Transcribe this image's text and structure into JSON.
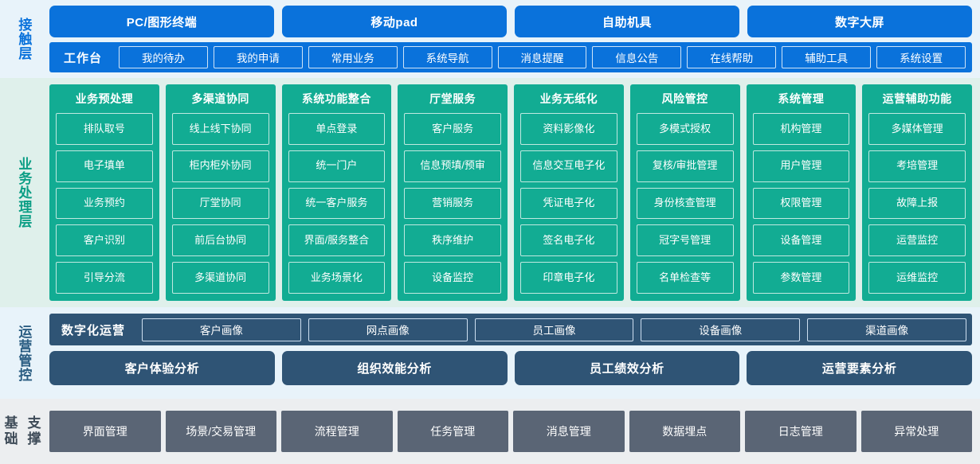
{
  "colors": {
    "contact_bg": "#e8f3fa",
    "contact_accent": "#0a72db",
    "business_bg": "#dff0eb",
    "business_accent": "#12ac93",
    "ops_bg": "#e8f3fa",
    "ops_accent": "#2f5475",
    "base_bg": "#eceef0",
    "base_accent": "#5a6575"
  },
  "layers": {
    "contact": {
      "label": "接触层",
      "terminals": [
        "PC/图形终端",
        "移动pad",
        "自助机具",
        "数字大屏"
      ],
      "workbench_title": "工作台",
      "workbench_items": [
        "我的待办",
        "我的申请",
        "常用业务",
        "系统导航",
        "消息提醒",
        "信息公告",
        "在线帮助",
        "辅助工具",
        "系统设置"
      ]
    },
    "business": {
      "label": "业务处理层",
      "columns": [
        {
          "title": "业务预处理",
          "items": [
            "排队取号",
            "电子填单",
            "业务预约",
            "客户识别",
            "引导分流"
          ]
        },
        {
          "title": "多渠道协同",
          "items": [
            "线上线下协同",
            "柜内柜外协同",
            "厅堂协同",
            "前后台协同",
            "多渠道协同"
          ]
        },
        {
          "title": "系统功能整合",
          "items": [
            "单点登录",
            "统一门户",
            "统一客户服务",
            "界面/服务整合",
            "业务场景化"
          ]
        },
        {
          "title": "厅堂服务",
          "items": [
            "客户服务",
            "信息预填/预审",
            "营销服务",
            "秩序维护",
            "设备监控"
          ]
        },
        {
          "title": "业务无纸化",
          "items": [
            "资料影像化",
            "信息交互电子化",
            "凭证电子化",
            "签名电子化",
            "印章电子化"
          ]
        },
        {
          "title": "风险管控",
          "items": [
            "多模式授权",
            "复核/审批管理",
            "身份核查管理",
            "冠字号管理",
            "名单检查等"
          ]
        },
        {
          "title": "系统管理",
          "items": [
            "机构管理",
            "用户管理",
            "权限管理",
            "设备管理",
            "参数管理"
          ]
        },
        {
          "title": "运营辅助功能",
          "items": [
            "多媒体管理",
            "考培管理",
            "故障上报",
            "运营监控",
            "运维监控"
          ]
        }
      ]
    },
    "operations": {
      "label": "运营管控",
      "digital_title": "数字化运营",
      "portraits": [
        "客户画像",
        "网点画像",
        "员工画像",
        "设备画像",
        "渠道画像"
      ],
      "analyses": [
        "客户体验分析",
        "组织效能分析",
        "员工绩效分析",
        "运营要素分析"
      ]
    },
    "foundation": {
      "label": "基础支撑",
      "label_line1": "基础",
      "label_line2": "支撑",
      "items": [
        "界面管理",
        "场景/交易管理",
        "流程管理",
        "任务管理",
        "消息管理",
        "数据埋点",
        "日志管理",
        "异常处理"
      ]
    }
  }
}
